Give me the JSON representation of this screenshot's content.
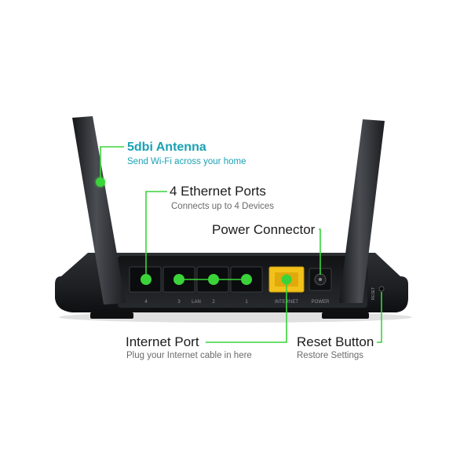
{
  "callouts": {
    "antenna": {
      "title": "5dbi Antenna",
      "subtitle": "Send Wi-Fi across your home"
    },
    "ethernet": {
      "title": "4 Ethernet Ports",
      "subtitle": "Connects up to 4 Devices"
    },
    "power": {
      "title": "Power Connector"
    },
    "internet": {
      "title": "Internet Port",
      "subtitle": "Plug your Internet cable in here"
    },
    "reset": {
      "title": "Reset Button",
      "subtitle": "Restore Settings"
    }
  },
  "router": {
    "port_labels": [
      "4",
      "3",
      "LAN",
      "2",
      "1"
    ],
    "internet_label": "INTERNET",
    "power_label": "POWER",
    "reset_label": "RESET"
  },
  "colors": {
    "accent_green": "#3ad33a",
    "accent_teal": "#1aa1b4",
    "internet_port": "#f2c21b",
    "router_body": "#1e2022"
  }
}
